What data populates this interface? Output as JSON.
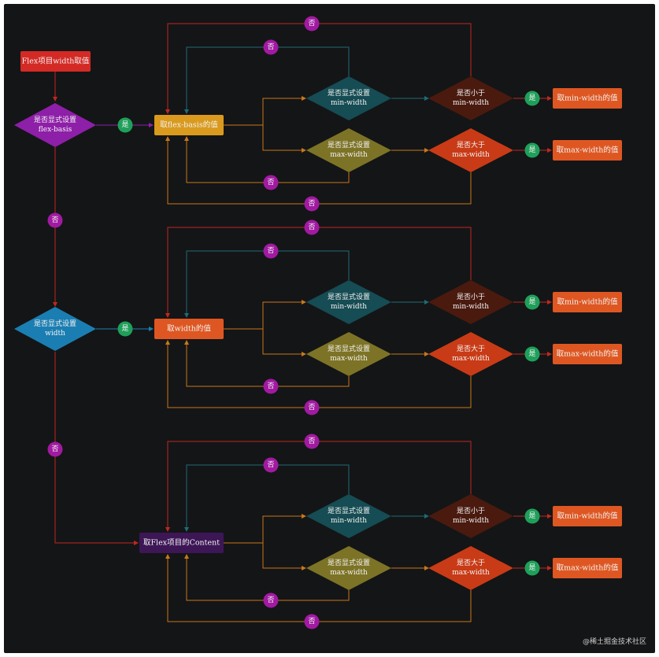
{
  "start": {
    "label": "Flex项目width取值",
    "color": "#d42a25"
  },
  "decisions": {
    "basis_set": [
      "是否显式设置",
      "flex-basis"
    ],
    "width_set": [
      "是否显式设置",
      "width"
    ]
  },
  "edge_labels": {
    "yes": "是",
    "no": "否"
  },
  "rows": [
    {
      "source": "取flex-basis的值",
      "source_color": "#d99a1e"
    },
    {
      "source": "取width的值",
      "source_color": "#de5722"
    },
    {
      "source": "取Flex项目的Content",
      "source_color": "#3d1656"
    }
  ],
  "checks": {
    "min_set": [
      "是否显式设置",
      "min-width"
    ],
    "max_set": [
      "是否显式设置",
      "max-width"
    ],
    "lt_min": [
      "是否小于",
      "min-width"
    ],
    "gt_max": [
      "是否大于",
      "max-width"
    ]
  },
  "results": {
    "take_min": "取min-width的值",
    "take_max": "取max-width的值"
  },
  "colors": {
    "background": "#141517",
    "min_set": "#164c53",
    "max_set": "#7d7326",
    "lt_min": "#4a1a0f",
    "gt_max": "#c83b16",
    "result": "#de5722",
    "basis_decision": "#8e1fa8",
    "width_decision": "#1b7eb2",
    "yes_badge": "#1fa05a",
    "no_badge": "#a11aa1",
    "arrow_red": "#c0281f",
    "arrow_orange": "#c8781a",
    "arrow_teal": "#1f6b74",
    "arrow_purple": "#8e1fa8",
    "arrow_blue": "#1b7eb2"
  },
  "watermark": "@稀土掘金技术社区"
}
